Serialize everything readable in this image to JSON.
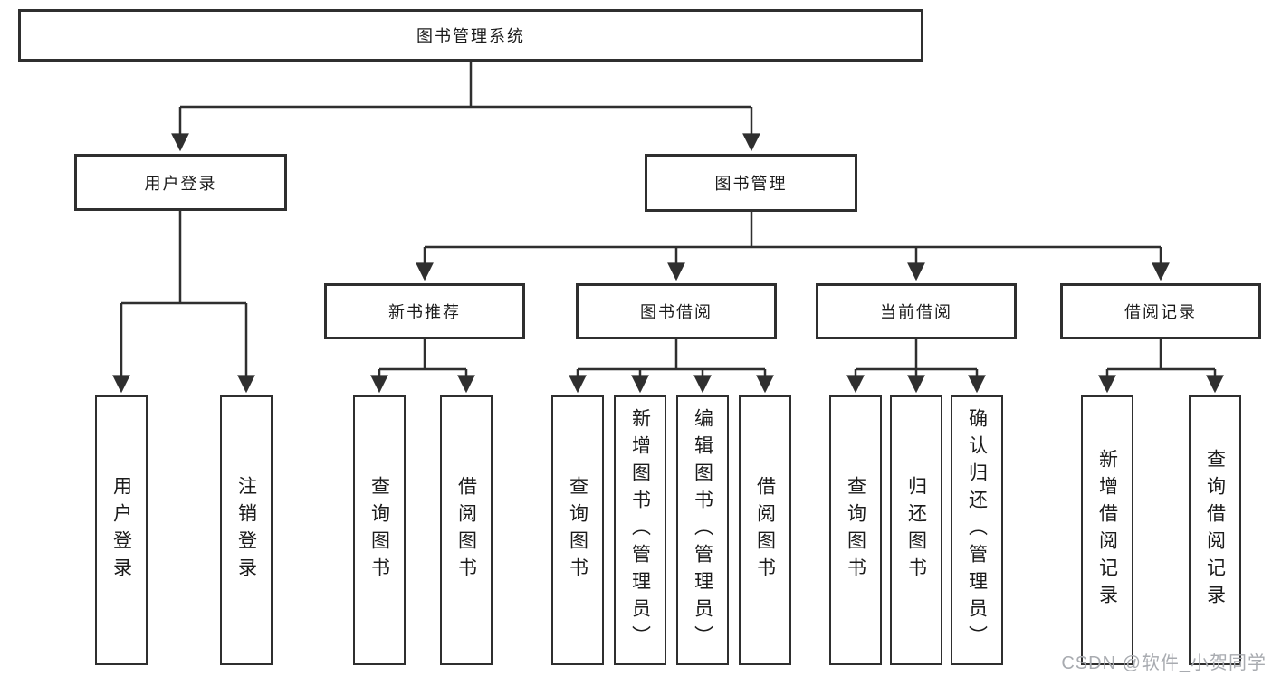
{
  "diagram": {
    "title": "图书管理系统",
    "level2": [
      {
        "label": "用户登录"
      },
      {
        "label": "图书管理"
      }
    ],
    "level3": [
      {
        "label": "新书推荐"
      },
      {
        "label": "图书借阅"
      },
      {
        "label": "当前借阅"
      },
      {
        "label": "借阅记录"
      }
    ],
    "leaves": {
      "login": [
        "用户登录",
        "注销登录"
      ],
      "newbook": [
        "查询图书",
        "借阅图书"
      ],
      "borrow": [
        "查询图书",
        "新增图书（管理员）",
        "编辑图书（管理员）",
        "借阅图书"
      ],
      "current": [
        "查询图书",
        "归还图书",
        "确认归还（管理员）"
      ],
      "records": [
        "新增借阅记录",
        "查询借阅记录"
      ]
    }
  },
  "watermark": "CSDN @软件_小贺同学",
  "colors": {
    "line": "#2f2f2f",
    "box_border": "#2f2f2f",
    "box_fill": "#ffffff",
    "text": "#1b1b1b",
    "watermark": "#a8abb0",
    "background": "#ffffff"
  }
}
